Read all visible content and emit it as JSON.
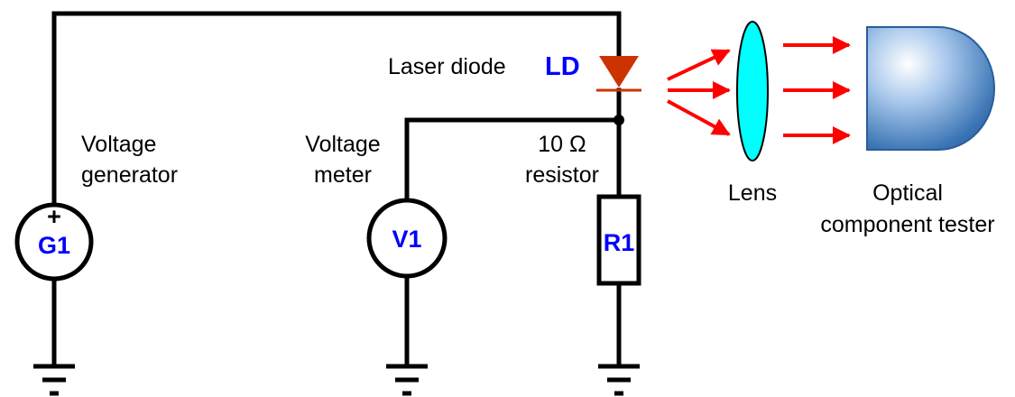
{
  "colors": {
    "wire": "#000000",
    "label_blue": "#0000ff",
    "diode": "#cc3300",
    "beam": "#ff0000",
    "lens_fill": "#00ffff",
    "tester_light": "#ffffff",
    "tester_dark": "#3b75b5"
  },
  "components": {
    "generator": {
      "tag": "G1",
      "polarity": "+",
      "label_line1": "Voltage",
      "label_line2": "generator"
    },
    "meter": {
      "tag": "V1",
      "label_line1": "Voltage",
      "label_line2": "meter"
    },
    "resistor": {
      "tag": "R1",
      "label_line1": "10 Ω",
      "label_line2": "resistor"
    },
    "diode": {
      "tag": "LD",
      "label": "Laser diode"
    },
    "lens": {
      "label": "Lens"
    },
    "tester": {
      "label_line1": "Optical",
      "label_line2": "component tester"
    }
  },
  "icons": [
    "voltage-source-symbol",
    "voltmeter-symbol",
    "resistor-symbol",
    "diode-symbol",
    "ground-symbol",
    "lens-symbol",
    "photodetector-symbol",
    "arrow-icon"
  ]
}
